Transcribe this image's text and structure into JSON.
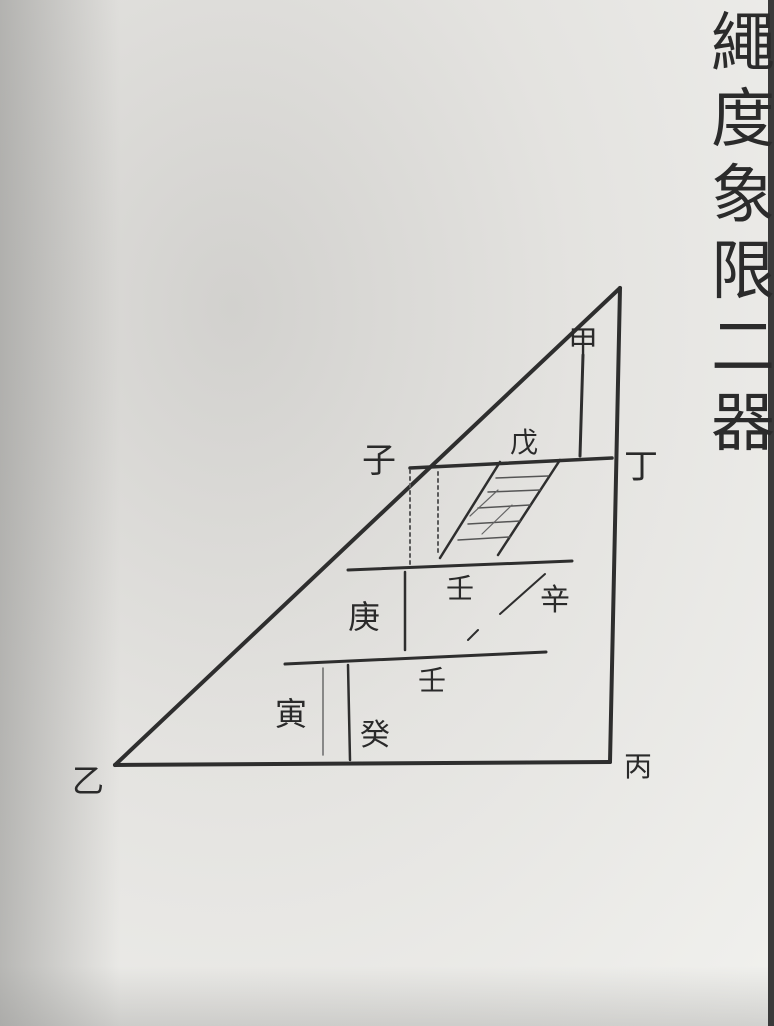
{
  "document": {
    "side_text": "繩度象限二器"
  },
  "figure": {
    "vertex_labels": {
      "jia": "甲",
      "yi": "乙",
      "bing": "丙",
      "ding": "丁",
      "zi": "子",
      "wu": "戊"
    },
    "region_labels": {
      "geng": "庚",
      "xin": "辛",
      "ren_upper": "壬",
      "ren_lower": "壬",
      "yin": "寅",
      "gui": "癸"
    }
  }
}
